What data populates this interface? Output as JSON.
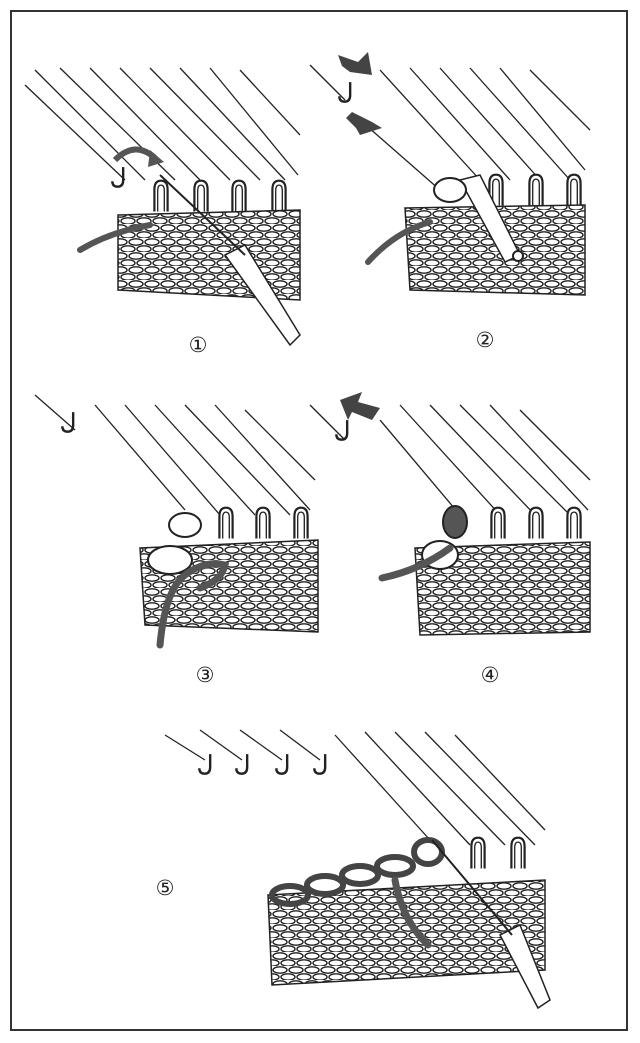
{
  "steps": [
    {
      "label": "①"
    },
    {
      "label": "②"
    },
    {
      "label": "③"
    },
    {
      "label": "④"
    },
    {
      "label": "⑤"
    }
  ],
  "colors": {
    "line": "#222222",
    "yarn": "#555555",
    "background": "#ffffff"
  },
  "icons": [
    "latch-needle-icon",
    "transfer-tool-icon",
    "arrow-icon",
    "yarn-strand-icon"
  ]
}
